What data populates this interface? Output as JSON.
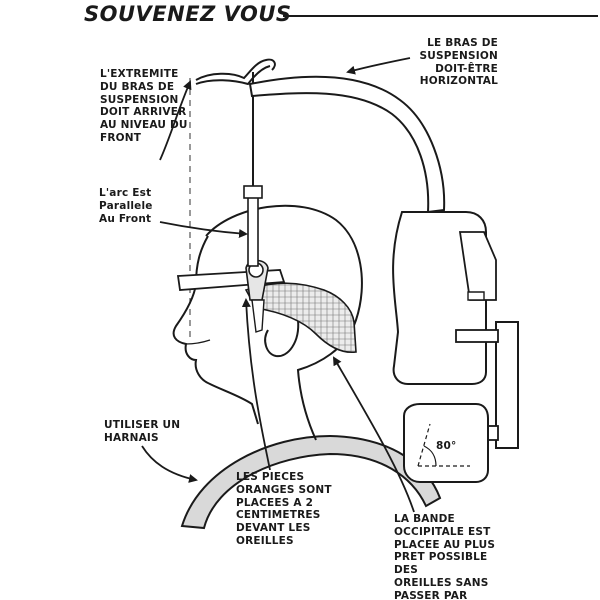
{
  "title": "SOUVENEZ VOUS",
  "labels": {
    "forehead_note": "L'EXTREMITE\nDU BRAS DE\nSUSPENSION\nDOIT ARRIVER\nAU NIVEAU DU\nFRONT",
    "arc_note": "L'arc Est\nParallele\nAu Front",
    "horizontal_note": "LE BRAS DE\nSUSPENSION\nDOIT-ÊTRE\nHORIZONTAL",
    "harness_note": "UTILISER UN\nHARNAIS",
    "orange_pieces_note": "LES PIECES\nORANGES SONT\nPLACEES A 2\nCENTIMETRES\nDEVANT LES\nOREILLES",
    "occipital_note": "LA BANDE\nOCCIPITALE EST\nPLACEE AU PLUS\nPRET POSSIBLE DES\nOREILLES SANS\nPASSER PAR DESSUS",
    "angle": "80°"
  },
  "colors": {
    "ink": "#1a1a1a",
    "harness_fill": "#d9d9d9",
    "strap_fill": "#e6e6e6"
  }
}
